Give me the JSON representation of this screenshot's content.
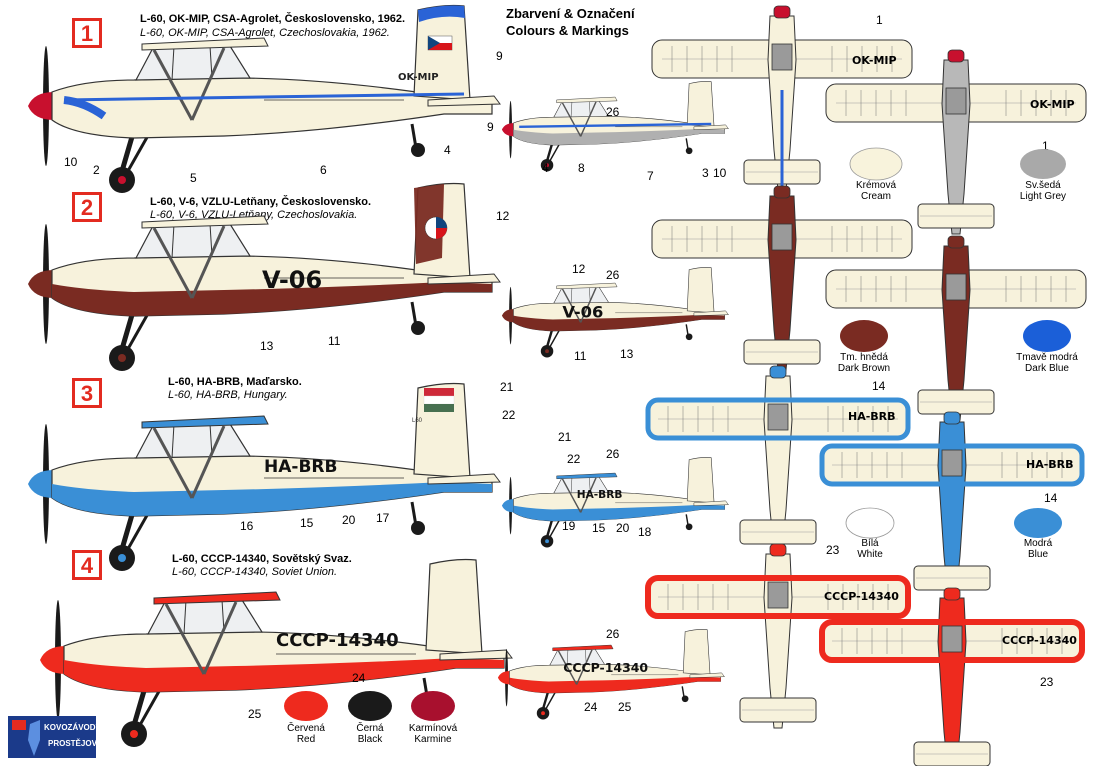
{
  "page": {
    "title_cz": "Zbarvení & Označení",
    "title_en": "Colours & Markings"
  },
  "variants": [
    {
      "badge": "1",
      "caption_cz": "L-60, OK-MIP, CSA-Agrolet, Československo, 1962.",
      "caption_en": "L-60, OK-MIP, CSA-Agrolet, Czechoslovakia, 1962.",
      "registration": "OK-MIP",
      "side_callouts": [
        "9",
        "10",
        "2",
        "5",
        "6",
        "4"
      ],
      "small_callouts": [
        "9",
        "26",
        "4",
        "8",
        "7",
        "3",
        "10"
      ],
      "top_callouts": [
        "1",
        "1"
      ],
      "colors": {
        "body": "#f7f2dc",
        "trim": "#2a63d6",
        "spinner": "#c8102e"
      }
    },
    {
      "badge": "2",
      "caption_cz": "L-60, V-6, VZLU-Letňany, Československo.",
      "caption_en": "L-60, V-6, VZLU-Letňany, Czechoslovakia.",
      "registration": "V-06",
      "side_callouts": [
        "12",
        "13",
        "11"
      ],
      "small_callouts": [
        "12",
        "26",
        "11",
        "13"
      ],
      "top_callouts": [],
      "colors": {
        "body": "#f7f2dc",
        "trim": "#7a2b22",
        "spinner": "#7a2b22"
      }
    },
    {
      "badge": "3",
      "caption_cz": "L-60, HA-BRB, Maďarsko.",
      "caption_en": "L-60, HA-BRB, Hungary.",
      "registration": "HA-BRB",
      "tail_code": "L60",
      "side_callouts": [
        "21",
        "22",
        "16",
        "15",
        "20",
        "17"
      ],
      "small_callouts": [
        "21",
        "22",
        "26",
        "19",
        "15",
        "20",
        "18"
      ],
      "top_callouts": [
        "14",
        "14"
      ],
      "colors": {
        "body": "#f7f2dc",
        "trim": "#3a8fd6",
        "spinner": "#3a8fd6"
      }
    },
    {
      "badge": "4",
      "caption_cz": "L-60, CCCP-14340, Sovětský Svaz.",
      "caption_en": "L-60, CCCP-14340, Soviet Union.",
      "registration": "CCCP-14340",
      "side_callouts": [
        "24",
        "25"
      ],
      "small_callouts": [
        "26",
        "24",
        "25"
      ],
      "top_callouts": [
        "23",
        "23"
      ],
      "colors": {
        "body": "#f7f2dc",
        "trim": "#ee2a1e",
        "spinner": "#ee2a1e"
      }
    }
  ],
  "swatches": [
    {
      "cz": "Krémová",
      "en": "Cream",
      "color": "#f8f3dc"
    },
    {
      "cz": "Sv.šedá",
      "en": "Light Grey",
      "color": "#a9a9a9"
    },
    {
      "cz": "Tm. hnědá",
      "en": "Dark Brown",
      "color": "#7a2b22"
    },
    {
      "cz": "Tmavě modrá",
      "en": "Dark Blue",
      "color": "#1b5fd8"
    },
    {
      "cz": "Bílá",
      "en": "White",
      "color": "#ffffff"
    },
    {
      "cz": "Modrá",
      "en": "Blue",
      "color": "#3a8fd6"
    },
    {
      "cz": "Červená",
      "en": "Red",
      "color": "#ee2a1e"
    },
    {
      "cz": "Černá",
      "en": "Black",
      "color": "#1a1a1a"
    },
    {
      "cz": "Karmínová",
      "en": "Karmine",
      "color": "#a8102e"
    }
  ],
  "logo": {
    "line1": "KOVOZÁVODY",
    "line2": "PROSTĚJOV"
  }
}
